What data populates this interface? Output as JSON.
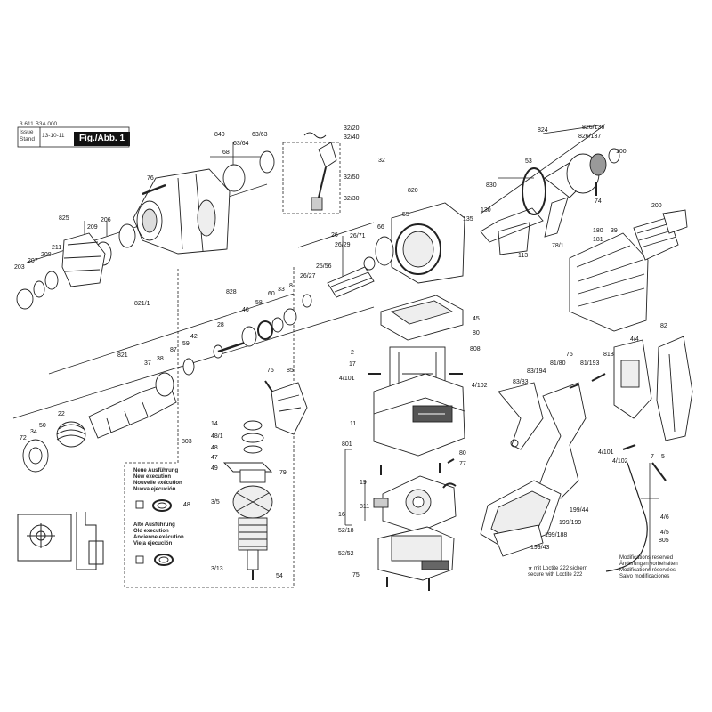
{
  "header": {
    "doc_number": "3 611 B3A 000",
    "issue_label": "Issue",
    "stand_label": "Stand",
    "issue_date": "13-10-11",
    "figure_label": "Fig./Abb. 1"
  },
  "callouts": {
    "c840": "840",
    "c63_63": "63/63",
    "c68": "68",
    "c63_64": "63/64",
    "c76": "76",
    "c825": "825",
    "c209": "209",
    "c206": "206",
    "c211": "211",
    "c208": "208",
    "c207": "207",
    "c203": "203",
    "c32_20": "32/20",
    "c32_40": "32/40",
    "c32": "32",
    "c32_50": "32/50",
    "c32_30": "32/30",
    "c820": "820",
    "c55": "55",
    "c66": "66",
    "c26": "26",
    "c26_71": "26/71",
    "c26_29": "26/29",
    "c25_56": "25/56",
    "c26_27": "26/27",
    "c828": "828",
    "c821_1": "821/1",
    "c46": "46",
    "c58": "58",
    "c60": "60",
    "c33": "33",
    "c8": "8",
    "c821": "821",
    "c87": "87",
    "c59": "59",
    "c42": "42",
    "c28": "28",
    "c37": "37",
    "c38": "38",
    "c50": "50",
    "c22": "22",
    "c72": "72",
    "c34": "34",
    "c75a": "75",
    "c85": "85",
    "c14": "14",
    "c48_1": "48/1",
    "c803": "803",
    "c48": "48",
    "c47": "47",
    "c49": "49",
    "c79": "79",
    "c3_5": "3/5",
    "c3_13": "3/13",
    "c54": "54",
    "c48b": "48",
    "c45": "45",
    "c2": "2",
    "c80a": "80",
    "c808": "808",
    "c17": "17",
    "c4_101a": "4/101",
    "c4_102a": "4/102",
    "c11": "11",
    "c801": "801",
    "c80b": "80",
    "c77": "77",
    "c19": "19",
    "c811": "811",
    "c16": "16",
    "c52_18": "52/18",
    "c52_52": "52/52",
    "c75b": "75",
    "c824": "824",
    "c826_136": "826/136",
    "c826_137": "826/137",
    "c100": "100",
    "c53": "53",
    "c830": "830",
    "c130": "130",
    "c135": "135",
    "c74": "74",
    "c78_1": "78/1",
    "c113": "113",
    "c200": "200",
    "c180": "180",
    "c181": "181",
    "c39": "39",
    "c818": "818",
    "c4_4": "4/4",
    "c82": "82",
    "c75c": "75",
    "c81_80": "81/80",
    "c83_194": "83/194",
    "c81_193": "81/193",
    "c83_83": "83/83",
    "c4_101b": "4/101",
    "c4_102b": "4/102",
    "c7": "7",
    "c5": "5",
    "c199_44": "199/44",
    "c199_199": "199/199",
    "c199_188": "199/188",
    "c199_43": "199/43",
    "c4_6": "4/6",
    "c4_5": "4/5",
    "c805": "805"
  },
  "legend_new": {
    "line1": "Neue Ausführung",
    "line2": "New execution",
    "line3": "Nouvelle exécution",
    "line4": "Nueva ejecución"
  },
  "legend_old": {
    "line1": "Alte Ausführung",
    "line2": "Old execution",
    "line3": "Ancienne exécution",
    "line4": "Vieja ejecución"
  },
  "loctite_note": {
    "line1": "★ mit Loctite 222 sichern",
    "line2": "secure with Loctite 222"
  },
  "modifications_note": {
    "line1": "Modifications reserved",
    "line2": "Änderungen vorbehalten",
    "line3": "Modifications réservées",
    "line4": "Salvo modificaciones"
  },
  "colors": {
    "ink": "#222222",
    "paper": "#ffffff",
    "shade": "#8a8a8a",
    "dark": "#3a3a3a"
  }
}
